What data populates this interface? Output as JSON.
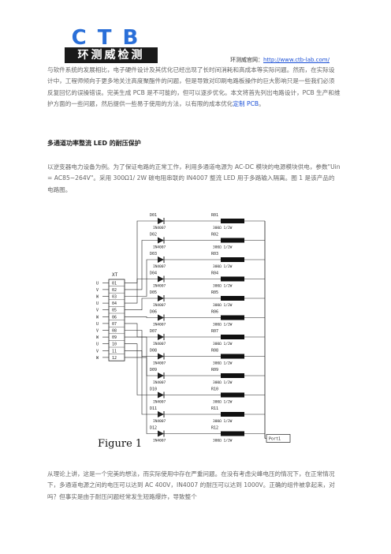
{
  "header": {
    "logo_letters": "CTB",
    "logo_cn": "环测威检测",
    "site_label": "环测威官网：",
    "site_url": "http://www.ctb-lab.com/"
  },
  "intro": {
    "text_before": "与软件系统的发展相比，电子硬件设计及其优化已经出现了长时间消耗和高成本等实际问题。然而，在实际设计中，工程师倾向于更多地关注高度聚酯件的问题，但是导致对印刷电路板操作的巨大影响只是一些我们必须反复回忆的误操错误。完美生成 PCB 是不可能的，但可以逐步优化。本文将首先列出电路设计，PCB 生产和维护方面的一些问题，然后提供一些易于使用的方法，以有限的成本优化",
    "link_text": "定制 PCB",
    "text_after": "。"
  },
  "section": {
    "heading": "多通道功率整流 LED 的耐压保护",
    "text": "以逆变器电力设备为例。为了保证电路的正常工作，利用多通道电源为 AC-DC 模块的电源模块供电，参数\"Uin = AC85~264V\"。采用 300Ω1/ 2W 碳电阻串联的 IN4007 整流 LED 用于多路输入隔离。图 1 是该产品的电路图。"
  },
  "figure": {
    "caption": "Figure 1",
    "connector_label": "XT",
    "connector_pins": [
      "U",
      "V",
      "W",
      "U",
      "V",
      "W",
      "U",
      "V",
      "W",
      "U",
      "V",
      "W"
    ],
    "connector_numbers": [
      "01",
      "02",
      "03",
      "04",
      "05",
      "06",
      "07",
      "08",
      "09",
      "10",
      "11",
      "12"
    ],
    "diodes": [
      "D01",
      "D02",
      "D03",
      "D04",
      "D05",
      "D06",
      "D07",
      "D08",
      "D09",
      "D10",
      "D11",
      "D12"
    ],
    "diode_part": "IN4007",
    "resistors": [
      "R01",
      "R02",
      "R03",
      "R04",
      "R05",
      "R06",
      "R07",
      "R08",
      "R09",
      "R10",
      "R11",
      "R12"
    ],
    "resistor_value": "300Ω 1/2W",
    "output_port": "Port1"
  },
  "footer": {
    "text": "从理论上讲，这是一个完美的想法，而实际使用中存在严重问题。在没有考虑尖峰电压的情况下，在正常情况下，多通道电源之间的电压可以达到 AC 400V，IN4007 的耐压可以达到 1000V。正确的组件被拿起来，对吗？但事实是由于耐压问题经常发生短路爆炸，导致整个"
  }
}
